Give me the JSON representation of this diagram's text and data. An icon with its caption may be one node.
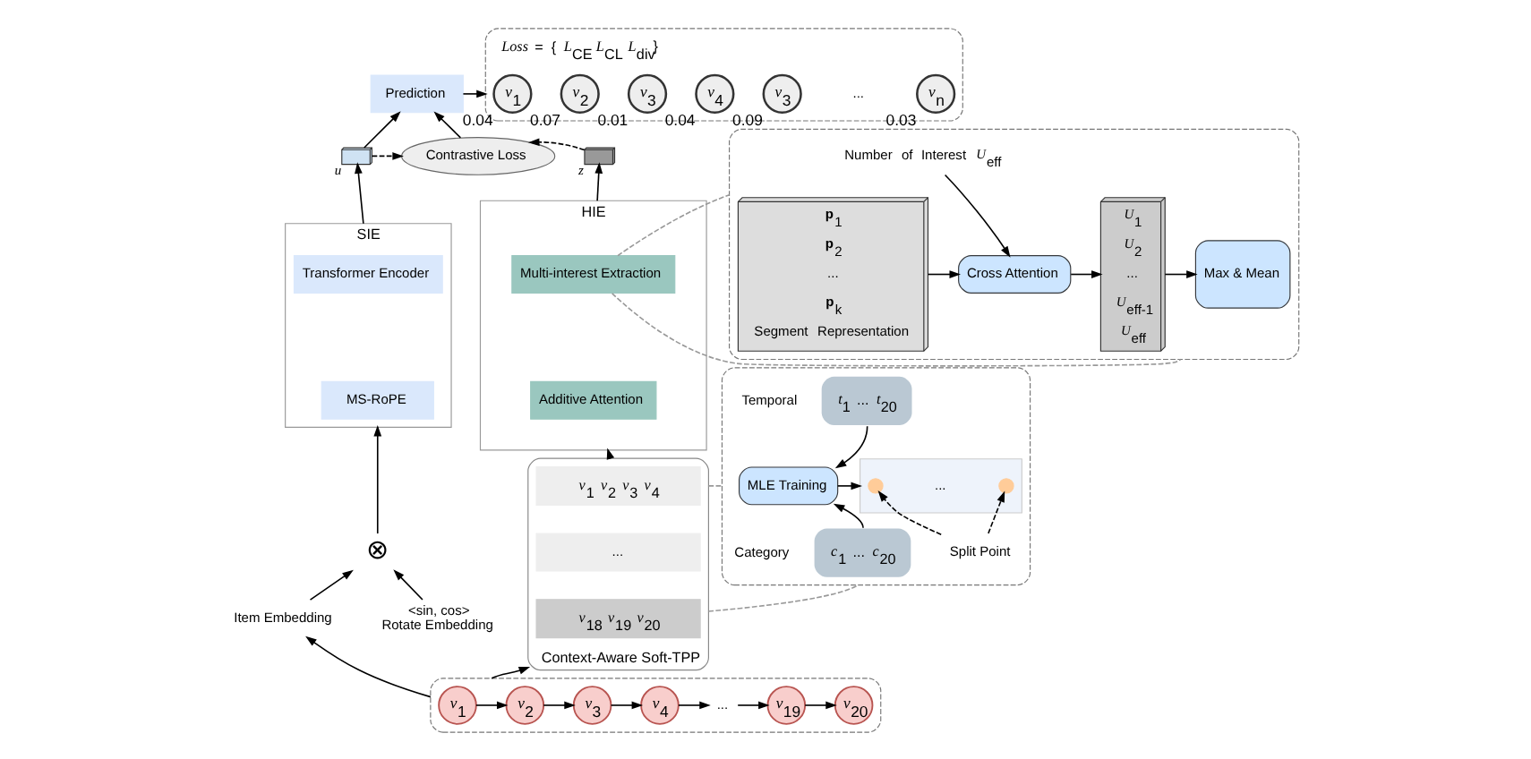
{
  "diagram": {
    "nodes": [
      {
        "text": [
          "Prediction"
        ]
      },
      {
        "text": [
          "*Loss* = { *L*$_{CE}$ *L*$_{CL}$ *L*$_{div}$}"
        ]
      },
      {
        "text": [
          "*v*$_{1}$"
        ],
        "in": 1,
        "beside": [
          "0.04"
        ]
      },
      {
        "text": [
          "*v*$_{2}$"
        ],
        "in": 1,
        "beside": [
          "0.07"
        ]
      },
      {
        "text": [
          "*v*$_{3}$"
        ],
        "in": 1,
        "beside": [
          "0.01"
        ]
      },
      {
        "text": [
          "*v*$_{4}$"
        ],
        "in": 1,
        "beside": [
          "0.04"
        ]
      },
      {
        "text": [
          "*v*$_{3}$"
        ],
        "in": 1,
        "beside": [
          "0.09"
        ]
      },
      {
        "text": [
          "*v*$_{n}$"
        ],
        "in": 1,
        "beside": [
          "0.03"
        ]
      },
      {
        "text": [],
        "shape": "box",
        "beside": [
          "u"
        ]
      },
      {
        "text": [
          "Contrastive Loss"
        ]
      },
      {
        "text": [],
        "shape": "box",
        "beside": [
          "z"
        ]
      },
      {
        "text": [
          "SIE"
        ]
      },
      {
        "text": [
          "Transformer Encoder"
        ],
        "in": 11
      },
      {
        "text": [
          "MS-RoPE"
        ],
        "in": 11
      },
      {
        "text": [
          "HIE"
        ]
      },
      {
        "text": [
          "Multi-interest Extraction"
        ],
        "in": 14
      },
      {
        "text": [
          "Additive Attention"
        ],
        "in": 14
      },
      {
        "text": [],
        "shape": "box"
      },
      {
        "text": [
          "Number of Interest *U*$_{eff}$"
        ],
        "in": 17
      },
      {
        "text": [
          "**p**$_{1}$",
          "**p**$_{2}$",
          "...",
          "**p**$_{k}$",
          "Segment Representation"
        ],
        "in": 17
      },
      {
        "text": [
          "Cross Attention"
        ],
        "in": 17
      },
      {
        "text": [
          "*U*$_{1}$",
          "*U*$_{2}$",
          "...",
          "*U*$_{eff-1}$",
          "*U*$_{eff}$"
        ],
        "in": 17
      },
      {
        "text": [
          "Max & Mean"
        ],
        "in": 17
      },
      {
        "text": [
          "⊗"
        ]
      },
      {
        "text": [
          "Context-Aware Soft-TPP"
        ]
      },
      {
        "text": [
          "*v*$_{1}$ *v*$_{2}$ *v*$_{3}$ *v*$_{4}$"
        ],
        "in": 24
      },
      {
        "text": [
          "..."
        ],
        "in": 24
      },
      {
        "text": [
          "*v*$_{18}$ *v*$_{19}$ *v*$_{20}$"
        ],
        "in": 24
      },
      {
        "text": [
          "Item Embedding"
        ]
      },
      {
        "text": [
          "<sin, cos>",
          "Rotate Embedding"
        ]
      },
      {
        "text": [],
        "shape": "box"
      },
      {
        "text": [
          "*t*$_{1}$ ... *t*$_{20}$"
        ],
        "in": 30,
        "beside": [
          "Temporal"
        ]
      },
      {
        "text": [
          "MLE Training"
        ],
        "in": 30
      },
      {
        "text": [
          "*c*$_{1}$ ... *c*$_{20}$"
        ],
        "in": 30,
        "beside": [
          "Category"
        ]
      },
      {
        "text": [],
        "shape": "picture",
        "in": 30
      },
      {
        "text": [],
        "shape": "circle",
        "in": 34
      },
      {
        "text": [],
        "shape": "circle",
        "in": 34
      },
      {
        "text": [
          "Split Point"
        ],
        "in": 30
      },
      {
        "text": [],
        "shape": "box"
      },
      {
        "text": [
          "*v*$_{1}$"
        ],
        "in": 38
      },
      {
        "text": [
          "*v*$_{2}$"
        ],
        "in": 38
      },
      {
        "text": [
          "*v*$_{3}$"
        ],
        "in": 38
      },
      {
        "text": [
          "*v*$_{4}$"
        ],
        "in": 38
      },
      {
        "text": [
          "..."
        ],
        "in": 38
      },
      {
        "text": [
          "*v*$_{19}$"
        ],
        "in": 38
      },
      {
        "text": [
          "*v*$_{20}$"
        ],
        "in": 38
      }
    ],
    "edges": [
      {
        "from": 8,
        "to": 0,
        "arrow": "to"
      },
      {
        "from": 8,
        "to": 9,
        "arrow": "to",
        "style": "dashed"
      },
      {
        "from": 10,
        "to": 9,
        "arrow": "to",
        "style": "dashed"
      },
      {
        "from": 9,
        "to": 0,
        "arrow": "to"
      },
      {
        "from": 0,
        "to": 1,
        "arrow": "to"
      },
      {
        "from": 11,
        "to": 8,
        "arrow": "to"
      },
      {
        "from": 14,
        "to": 10,
        "arrow": "to"
      },
      {
        "from": 23,
        "to": 11,
        "arrow": "to"
      },
      {
        "from": 28,
        "to": 23,
        "arrow": "to"
      },
      {
        "from": 29,
        "to": 23,
        "arrow": "to"
      },
      {
        "from": 24,
        "to": 14,
        "arrow": "to"
      },
      {
        "from": 38,
        "to": 28,
        "arrow": "to"
      },
      {
        "from": 38,
        "to": 24,
        "arrow": "to"
      },
      {
        "from": 39,
        "to": 40,
        "arrow": "to"
      },
      {
        "from": 40,
        "to": 41,
        "arrow": "to"
      },
      {
        "from": 41,
        "to": 42,
        "arrow": "to"
      },
      {
        "from": 42,
        "to": 43,
        "arrow": "to"
      },
      {
        "from": 43,
        "to": 44,
        "arrow": "to"
      },
      {
        "from": 44,
        "to": 45,
        "arrow": "to"
      },
      {
        "from": 15,
        "to": 17,
        "arrow": "none",
        "style": "dashed",
        "color": "#999999"
      },
      {
        "from": 15,
        "to": 17,
        "arrow": "none",
        "style": "dashed",
        "color": "#999999"
      },
      {
        "from": 24,
        "to": 30,
        "arrow": "none",
        "style": "dashed",
        "color": "#999999"
      },
      {
        "from": 24,
        "to": 30,
        "arrow": "none",
        "style": "dashed",
        "color": "#999999"
      },
      {
        "from": 19,
        "to": 20,
        "arrow": "to"
      },
      {
        "from": 18,
        "to": 20,
        "arrow": "to"
      },
      {
        "from": 20,
        "to": 21,
        "arrow": "to"
      },
      {
        "from": 21,
        "to": 22,
        "arrow": "to"
      },
      {
        "from": 31,
        "to": 32,
        "arrow": "to"
      },
      {
        "from": 33,
        "to": 32,
        "arrow": "to"
      },
      {
        "from": 32,
        "to": 34,
        "arrow": "to"
      },
      {
        "from": 37,
        "to": 35,
        "arrow": "to",
        "style": "dashed"
      },
      {
        "from": 37,
        "to": 36,
        "arrow": "to",
        "style": "dashed"
      }
    ],
    "labels": [
      "...",
      "..."
    ]
  }
}
